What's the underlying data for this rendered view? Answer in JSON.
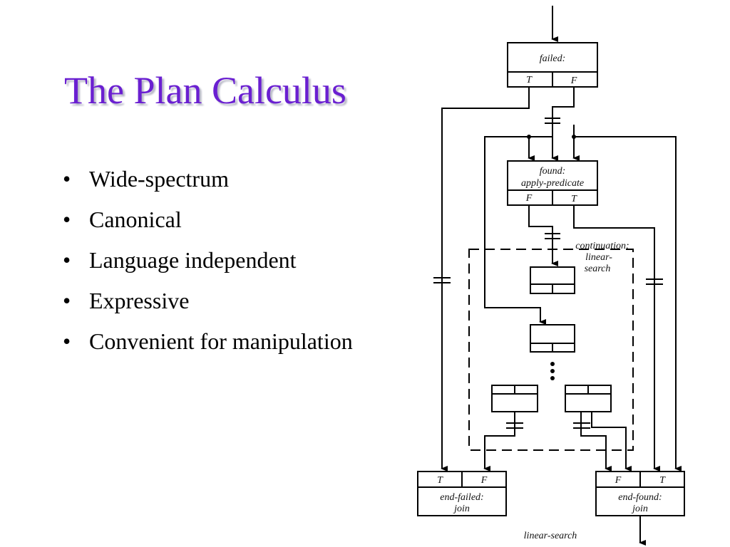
{
  "slide": {
    "title": "The Plan Calculus",
    "bullet_glyph": "•",
    "bullets": [
      "Wide-spectrum",
      "Canonical",
      "Language independent",
      "Expressive",
      "Convenient for manipulation"
    ]
  },
  "diagram": {
    "top_box": {
      "label": "failed:",
      "left_port": "T",
      "right_port": "F"
    },
    "mid_box": {
      "label_line1": "found:",
      "label_line2": "apply-predicate",
      "left_port": "F",
      "right_port": "T"
    },
    "continuation_label_line1": "continuation:",
    "continuation_label_line2": "linear-",
    "continuation_label_line3": "search",
    "end_failed": {
      "left_port": "T",
      "right_port": "F",
      "label_line1": "end-failed:",
      "label_line2": "join"
    },
    "end_found": {
      "left_port": "F",
      "right_port": "T",
      "label_line1": "end-found:",
      "label_line2": "join"
    },
    "caption": "linear-search"
  }
}
